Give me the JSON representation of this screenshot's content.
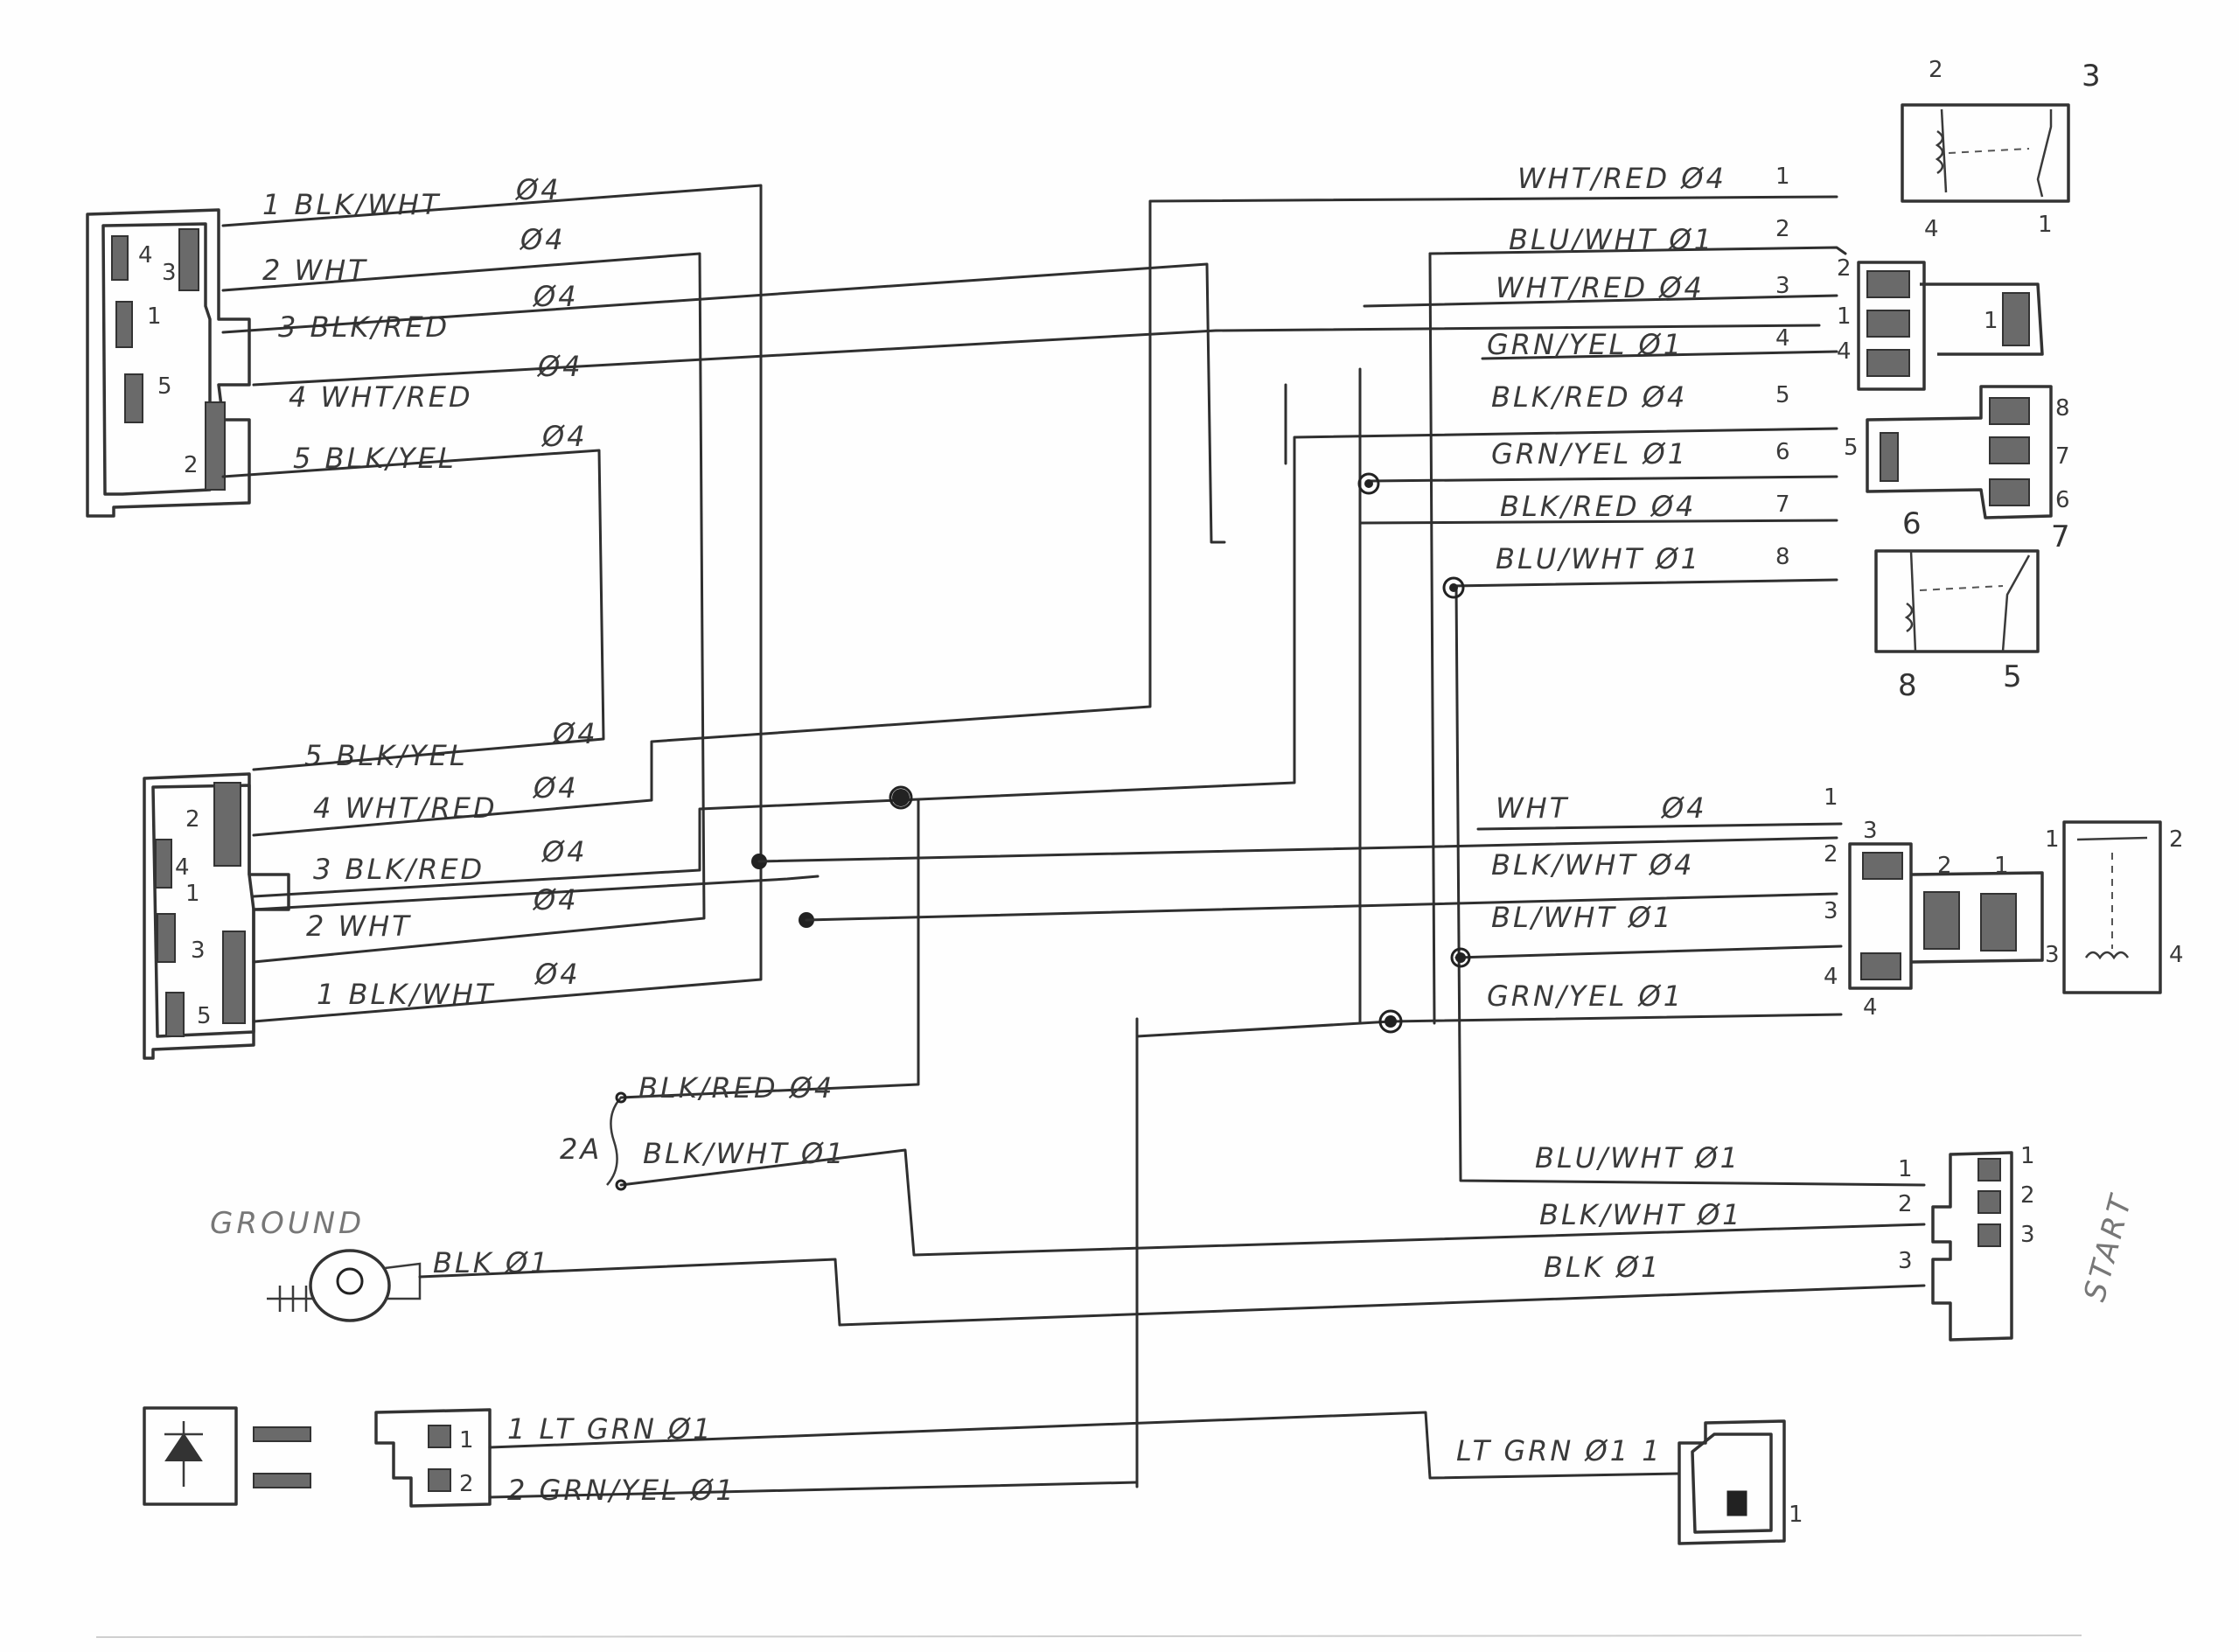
{
  "left_top_connector": {
    "wires": [
      {
        "label": "1 BLK/WHT",
        "gauge": "Ø4"
      },
      {
        "label": "2 WHT",
        "gauge": "Ø4"
      },
      {
        "label": "3 BLK/RED",
        "gauge": "Ø4"
      },
      {
        "label": "4 WHT/RED",
        "gauge": "Ø4"
      },
      {
        "label": "5 BLK/YEL",
        "gauge": "Ø4"
      }
    ],
    "pins": [
      "4",
      "3",
      "1",
      "5",
      "2"
    ]
  },
  "left_mid_connector": {
    "wires": [
      {
        "label": "5 BLK/YEL",
        "gauge": "Ø4"
      },
      {
        "label": "4 WHT/RED",
        "gauge": "Ø4"
      },
      {
        "label": "3 BLK/RED",
        "gauge": "Ø4"
      },
      {
        "label": "2 WHT",
        "gauge": "Ø4"
      },
      {
        "label": "1 BLK/WHT",
        "gauge": "Ø4"
      }
    ],
    "pins": [
      "2",
      "4",
      "1",
      "3",
      "5"
    ]
  },
  "right_top_group": {
    "wires": [
      {
        "label": "WHT/RED Ø4",
        "num": "1"
      },
      {
        "label": "BLU/WHT Ø1",
        "num": "2"
      },
      {
        "label": "WHT/RED Ø4",
        "num": "3"
      },
      {
        "label": "GRN/YEL Ø1",
        "num": "4"
      },
      {
        "label": "BLK/RED Ø4",
        "num": "5"
      },
      {
        "label": "GRN/YEL Ø1",
        "num": "6"
      },
      {
        "label": "BLK/RED Ø4",
        "num": "7"
      },
      {
        "label": "BLU/WHT Ø1",
        "num": "8"
      }
    ],
    "relay_top_pins": [
      "2",
      "3",
      "4",
      "1"
    ],
    "relay_bottom_pins": [
      "6",
      "7",
      "8",
      "5"
    ],
    "connector_a_pins": [
      "2",
      "1",
      "4",
      "1"
    ],
    "connector_b_pins": [
      "5",
      "8",
      "7",
      "6"
    ]
  },
  "right_mid_group": {
    "wires": [
      {
        "label": "WHT",
        "gauge": "Ø4",
        "num": "1"
      },
      {
        "label": "BLK/WHT Ø4",
        "num": "2"
      },
      {
        "label": "BL/WHT Ø1",
        "num": "3"
      },
      {
        "label": "GRN/YEL Ø1",
        "num": "4"
      }
    ],
    "connector_pins": [
      "3",
      "2",
      "1",
      "4"
    ],
    "relay_pins": [
      "1",
      "2",
      "3",
      "4"
    ]
  },
  "fuse": {
    "label": "2A",
    "wires": [
      {
        "label": "BLK/RED Ø4"
      },
      {
        "label": "BLK/WHT Ø1"
      }
    ]
  },
  "ground": {
    "label": "GROUND",
    "wire": "BLK Ø1"
  },
  "start_connector": {
    "title": "START",
    "wires": [
      {
        "label": "BLU/WHT Ø1",
        "num": "1"
      },
      {
        "label": "BLK/WHT Ø1",
        "num": "2"
      },
      {
        "label": "BLK Ø1",
        "num": "3"
      }
    ],
    "pins": [
      "1",
      "2",
      "3"
    ]
  },
  "diode_connector": {
    "wires": [
      {
        "label": "1 LT GRN Ø1"
      },
      {
        "label": "2 GRN/YEL Ø1"
      }
    ],
    "pins": [
      "1",
      "2"
    ]
  },
  "lamp_connector": {
    "wire": "LT GRN Ø1 1",
    "pin": "1"
  }
}
